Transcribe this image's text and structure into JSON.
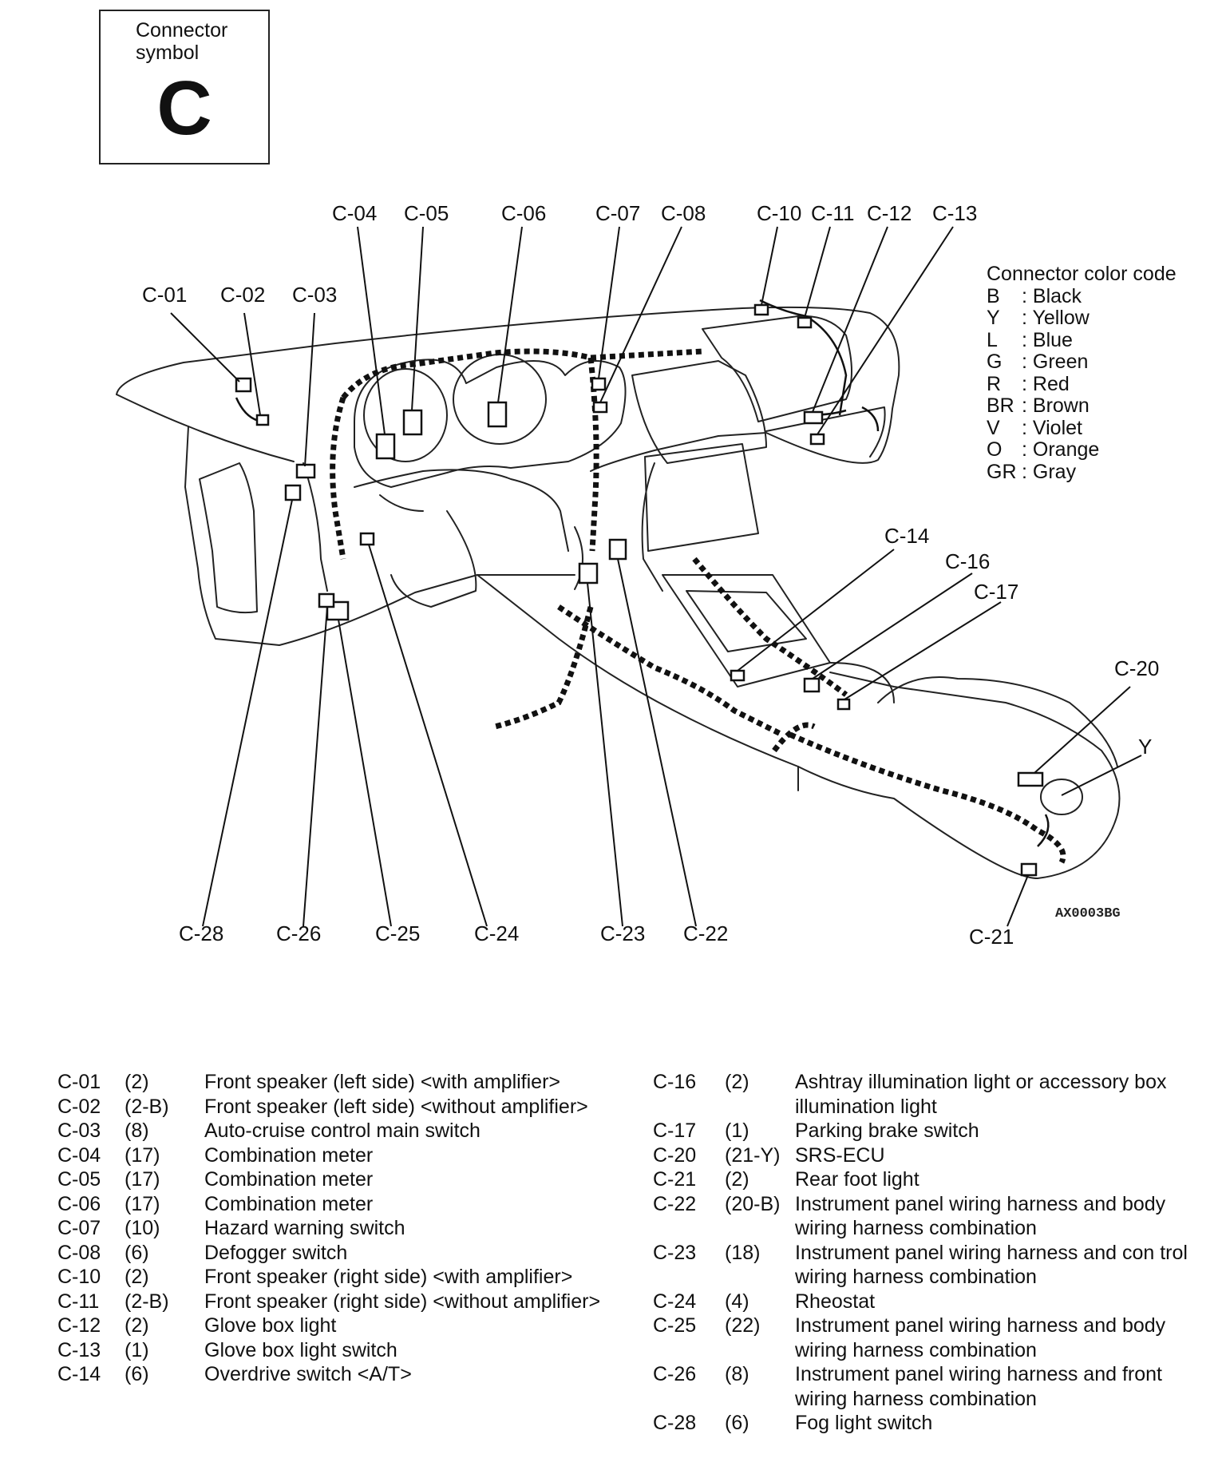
{
  "symbol": {
    "caption": "Connector\nsymbol",
    "letter": "C"
  },
  "legend": {
    "title": "Connector color code",
    "items": [
      {
        "code": "B",
        "name": ": Black"
      },
      {
        "code": "Y",
        "name": ": Yellow"
      },
      {
        "code": "L",
        "name": ": Blue"
      },
      {
        "code": "G",
        "name": ": Green"
      },
      {
        "code": "R",
        "name": ": Red"
      },
      {
        "code": "BR",
        "name": ": Brown"
      },
      {
        "code": "V",
        "name": ": Violet"
      },
      {
        "code": "O",
        "name": ": Orange"
      },
      {
        "code": "GR",
        "name": ": Gray"
      }
    ]
  },
  "callouts": {
    "c01": "C-01",
    "c02": "C-02",
    "c03": "C-03",
    "c04": "C-04",
    "c05": "C-05",
    "c06": "C-06",
    "c07": "C-07",
    "c08": "C-08",
    "c10": "C-10",
    "c11": "C-11",
    "c12": "C-12",
    "c13": "C-13",
    "c14": "C-14",
    "c16": "C-16",
    "c17": "C-17",
    "c20": "C-20",
    "c21": "C-21",
    "c22": "C-22",
    "c23": "C-23",
    "c24": "C-24",
    "c25": "C-25",
    "c26": "C-26",
    "c28": "C-28",
    "y": "Y"
  },
  "figure_id": "AX0003BG",
  "connectors_left": [
    {
      "id": "C-01",
      "pins": "(2)",
      "desc": "Front speaker (left side) <with amplifier>"
    },
    {
      "id": "C-02",
      "pins": "(2-B)",
      "desc": "Front speaker (left side) <without amplifier>"
    },
    {
      "id": "C-03",
      "pins": "(8)",
      "desc": "Auto-cruise control main switch"
    },
    {
      "id": "C-04",
      "pins": "(17)",
      "desc": "Combination meter"
    },
    {
      "id": "C-05",
      "pins": "(17)",
      "desc": "Combination meter"
    },
    {
      "id": "C-06",
      "pins": "(17)",
      "desc": "Combination meter"
    },
    {
      "id": "C-07",
      "pins": "(10)",
      "desc": "Hazard warning switch"
    },
    {
      "id": "C-08",
      "pins": "(6)",
      "desc": "Defogger switch"
    },
    {
      "id": "C-10",
      "pins": "(2)",
      "desc": "Front speaker (right side) <with amplifier>"
    },
    {
      "id": "C-11",
      "pins": "(2-B)",
      "desc": "Front speaker (right side) <without amplifier>"
    },
    {
      "id": "C-12",
      "pins": "(2)",
      "desc": "Glove box light"
    },
    {
      "id": "C-13",
      "pins": "(1)",
      "desc": "Glove box light switch"
    },
    {
      "id": "C-14",
      "pins": "(6)",
      "desc": "Overdrive switch <A/T>"
    }
  ],
  "connectors_right": [
    {
      "id": "C-16",
      "pins": "(2)",
      "desc": "Ashtray illumination light or accessory box illumination light"
    },
    {
      "id": "C-17",
      "pins": "(1)",
      "desc": "Parking brake switch"
    },
    {
      "id": "C-20",
      "pins": "(21-Y)",
      "desc": "SRS-ECU"
    },
    {
      "id": "C-21",
      "pins": "(2)",
      "desc": "Rear foot light"
    },
    {
      "id": "C-22",
      "pins": "(20-B)",
      "desc": "Instrument panel wiring harness and body wiring harness combination"
    },
    {
      "id": "C-23",
      "pins": "(18)",
      "desc": "Instrument panel wiring harness and con trol wiring harness combination"
    },
    {
      "id": "C-24",
      "pins": "(4)",
      "desc": "Rheostat"
    },
    {
      "id": "C-25",
      "pins": "(22)",
      "desc": "Instrument panel wiring harness and body wiring harness combination"
    },
    {
      "id": "C-26",
      "pins": "(8)",
      "desc": "Instrument panel wiring harness and front wiring harness combination"
    },
    {
      "id": "C-28",
      "pins": "(6)",
      "desc": "Fog light switch"
    }
  ]
}
